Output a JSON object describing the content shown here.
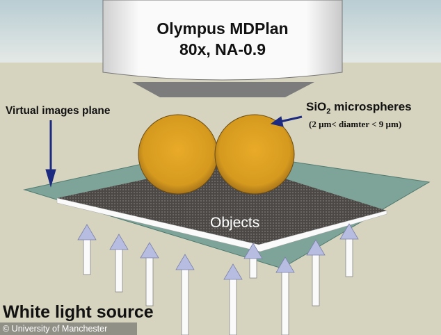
{
  "objective": {
    "line1": "Olympus MDPlan",
    "line2": "80x, NA-0.9"
  },
  "labels": {
    "virtual_plane": "Virtual images plane",
    "microspheres_prefix": "SiO",
    "microspheres_sub": "2",
    "microspheres_suffix": " microspheres",
    "diameter_range": "(2 µm< diamter < 9 µm)",
    "objects": "Objects",
    "light_source": "White light source"
  },
  "credit": "© University of Manchester",
  "colors": {
    "sphere": "#e0a020",
    "arrow_label": "#1c2a80",
    "plane": "#6f9a90",
    "background": "#d6d3bf"
  }
}
